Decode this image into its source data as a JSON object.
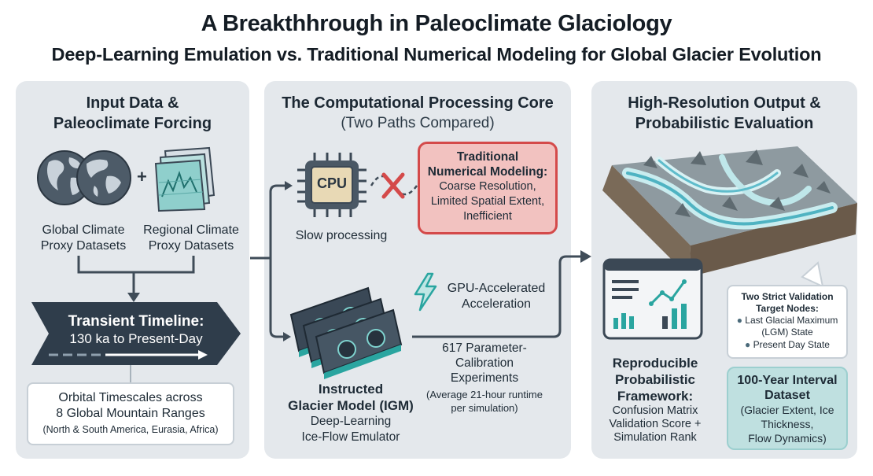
{
  "header": {
    "title": "A Breakthhrough in Paleoclimate Glaciology",
    "subtitle": "Deep-Learning Emulation vs. Traditional Numerical Modeling for Global Glacier Evolution"
  },
  "input_panel": {
    "title_line1": "Input Data &",
    "title_line2": "Paleoclimate Forcing",
    "plus": "+",
    "global_label_1": "Global Climate",
    "global_label_2": "Proxy Datasets",
    "regional_label_1": "Regional Climate",
    "regional_label_2": "Proxy Datasets",
    "timeline_title": "Transient Timeline:",
    "timeline_range": "130 ka to Present-Day",
    "orbital_line1": "Orbital Timescales across",
    "orbital_line2": "8 Global Mountain Ranges",
    "orbital_line3": "(North & South America, Eurasia, Africa)"
  },
  "core_panel": {
    "title": "The Computational Processing Core",
    "subtitle": "(Two Paths Compared)",
    "cpu_label": "CPU",
    "slow_label": "Slow processing",
    "traditional_title_1": "Traditional",
    "traditional_title_2": "Numerical Modeling:",
    "traditional_line1": "Coarse Resolution,",
    "traditional_line2": "Limited Spatial Extent,",
    "traditional_line3": "Inefficient",
    "gpu_line1": "GPU-Accelerated",
    "gpu_line2": "Acceleration",
    "experiments_line1": "617 Parameter-",
    "experiments_line2": "Calibration",
    "experiments_line3": "Experiments",
    "runtime_line1": "(Average 21-hour runtime",
    "runtime_line2": "per simulation)",
    "igm_title_1": "Instructed",
    "igm_title_2": "Glacier Model (IGM)",
    "igm_sub_1": "Deep-Learning",
    "igm_sub_2": "Ice-Flow Emulator"
  },
  "output_panel": {
    "title_line1": "High-Resolution Output &",
    "title_line2": "Probabilistic Evaluation",
    "validation_title_1": "Two Strict Validation",
    "validation_title_2": "Target Nodes:",
    "validation_items": [
      "Last Glacial Maximum",
      "(LGM) State",
      "Present Day State"
    ],
    "framework_title_1": "Reproducible",
    "framework_title_2": "Probabilistic",
    "framework_title_3": "Framework:",
    "framework_line1": "Confusion Matrix",
    "framework_line2": "Validation Score +",
    "framework_line3": "Simulation Rank",
    "dataset_title_1": "100-Year Interval",
    "dataset_title_2": "Dataset",
    "dataset_line1": "(Glacier Extent, Ice",
    "dataset_line2": "Thickness,",
    "dataset_line3": "Flow Dynamics)"
  },
  "colors": {
    "panel_bg": "#e4e8ec",
    "connector": "#3f4c58",
    "timeline_banner": "#2f3d4b",
    "alert_red": "#d44a4a",
    "alert_bg": "#f2c2c0",
    "teal_accent": "#2aa5a0",
    "dataset_bg": "#bfe0e0"
  }
}
